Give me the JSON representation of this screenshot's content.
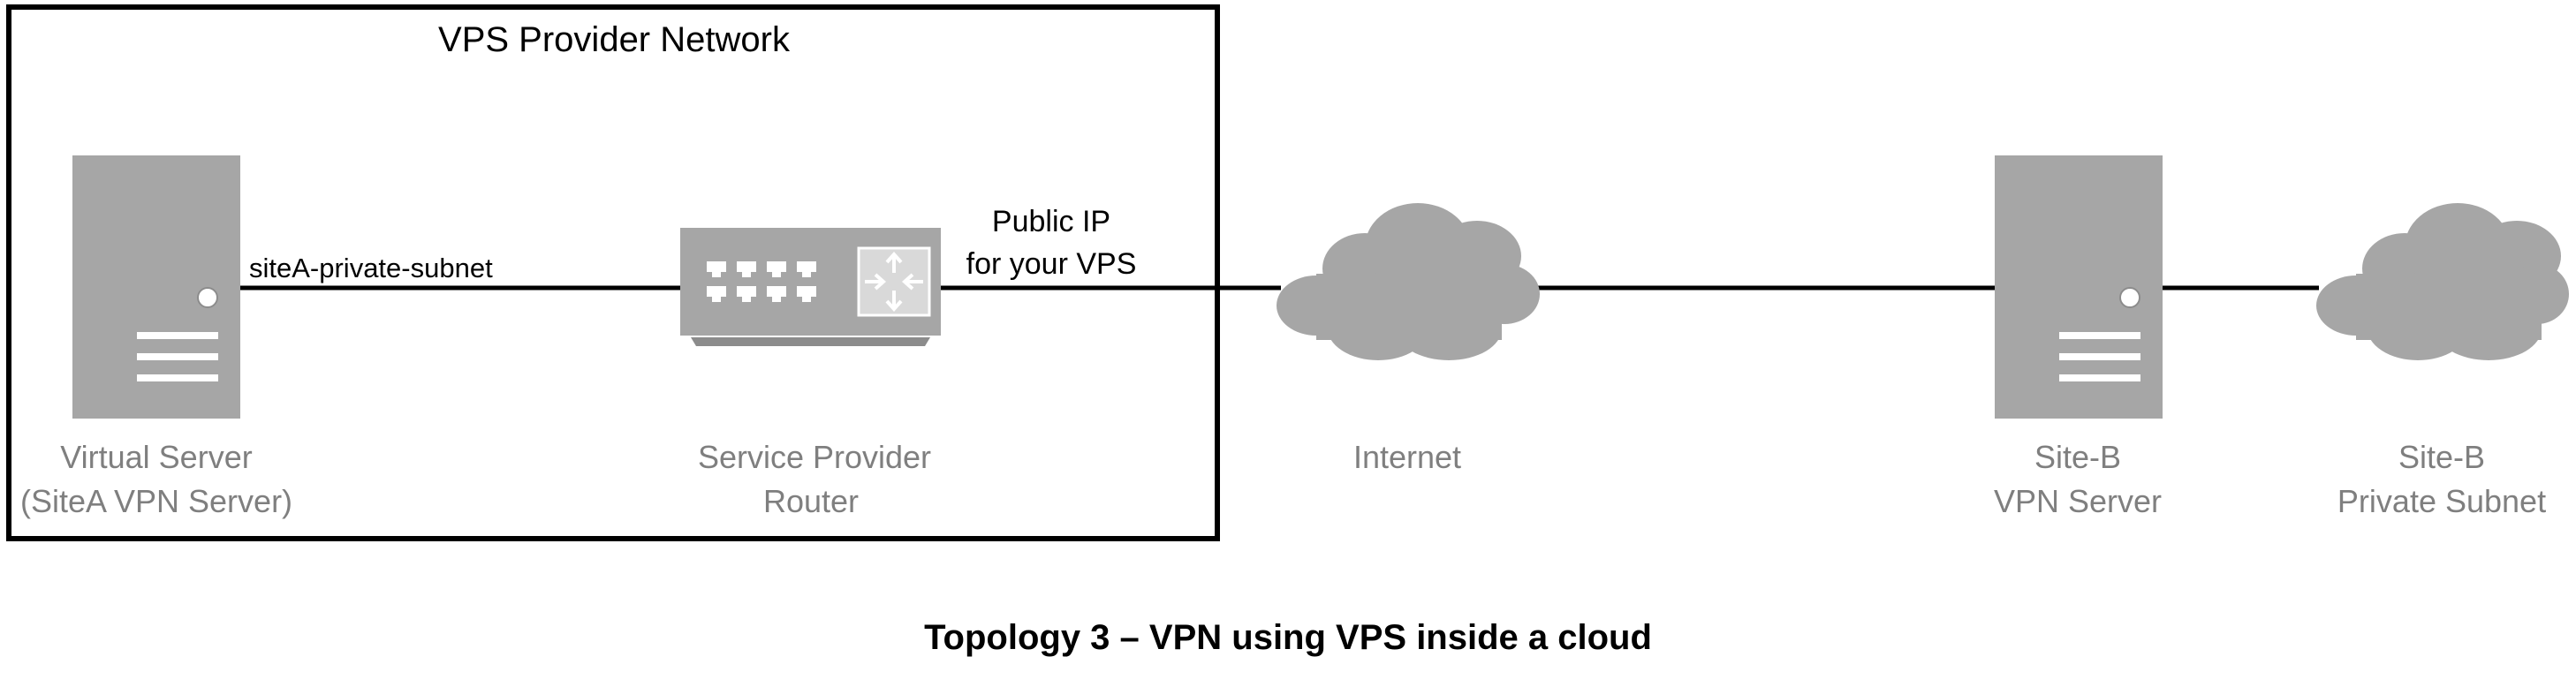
{
  "network_box": {
    "title": "VPS Provider Network"
  },
  "nodes": {
    "virtual_server": {
      "label_line1": "Virtual Server",
      "label_line2": "(SiteA VPN Server)"
    },
    "router": {
      "label_line1": "Service Provider",
      "label_line2": "Router"
    },
    "internet": {
      "label": "Internet"
    },
    "siteb_server": {
      "label_line1": "Site-B",
      "label_line2": "VPN Server"
    },
    "siteb_subnet": {
      "label_line1": "Site-B",
      "label_line2": "Private Subnet"
    }
  },
  "links": {
    "server_router": {
      "label": "siteA-private-subnet"
    },
    "router_internet": {
      "label_line1": "Public IP",
      "label_line2": "for your VPS"
    }
  },
  "caption": "Topology 3 – VPN using VPS inside a cloud",
  "colors": {
    "device_fill": "#a6a6a6",
    "label_text": "#7f7f7f",
    "line": "#000000"
  }
}
